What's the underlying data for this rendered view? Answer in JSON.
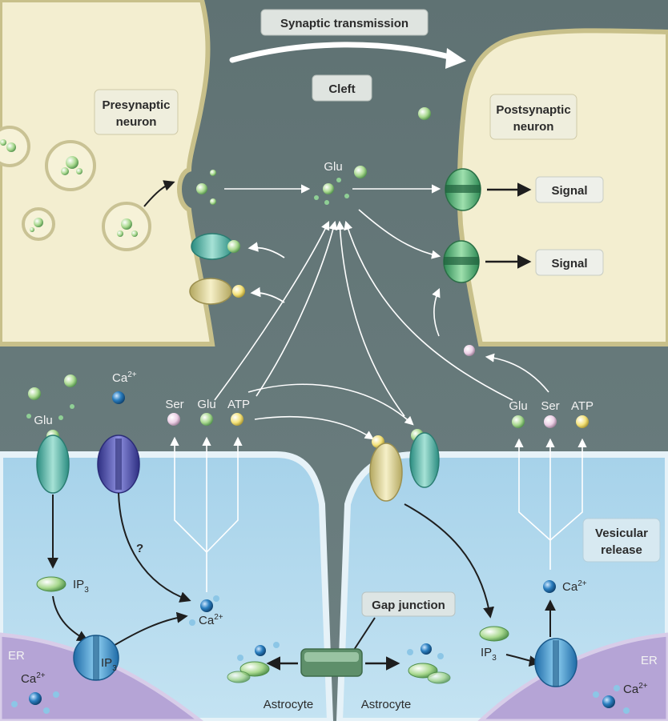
{
  "labels": {
    "synaptic_transmission": "Synaptic transmission",
    "cleft": "Cleft",
    "presynaptic_line1": "Presynaptic",
    "presynaptic_line2": "neuron",
    "postsynaptic_line1": "Postsynaptic",
    "postsynaptic_line2": "neuron",
    "glu_cleft": "Glu",
    "signal_top": "Signal",
    "signal_bottom": "Signal",
    "glu_left": "Glu",
    "ca_top": "Ca",
    "ca_sup": "2+",
    "ser_left": "Ser",
    "glu_mid": "Glu",
    "atp_left": "ATP",
    "glu_right": "Glu",
    "ser_right": "Ser",
    "atp_right": "ATP",
    "question": "?",
    "ip3_left": "IP",
    "ip3_sub": "3",
    "ca_left_cyto": "Ca",
    "ip3_er_left": "IP",
    "er_left": "ER",
    "ca_er_left": "Ca",
    "gap_junction": "Gap junction",
    "vesicular_line1": "Vesicular",
    "vesicular_line2": "release",
    "ca_right_cyto": "Ca",
    "ip3_right": "IP",
    "er_right": "ER",
    "ca_er_right": "Ca",
    "astrocyte_left": "Astrocyte",
    "astrocyte_right": "Astrocyte"
  },
  "colors": {
    "background": "#66797a",
    "neuron_fill": "#f3eed0",
    "neuron_stroke": "#c9c292",
    "astrocyte_fill": "#aed5ea",
    "astrocyte_stroke": "#e4f1f7",
    "er_fill": "#b7a6d6",
    "glu_dot": "#9fd18a",
    "ser_dot": "#e8c8e0",
    "atp_dot": "#f2e07a",
    "ca_dot": "#2b7fc0",
    "receptor_green": "#6fc38a",
    "receptor_teal": "#6ec0b2",
    "receptor_yellow": "#e6dca0",
    "receptor_blue": "#5c5fb5",
    "label_box": "#dde3e0",
    "arrow": "#ffffff",
    "arrow_dark": "#1e1e1e"
  }
}
